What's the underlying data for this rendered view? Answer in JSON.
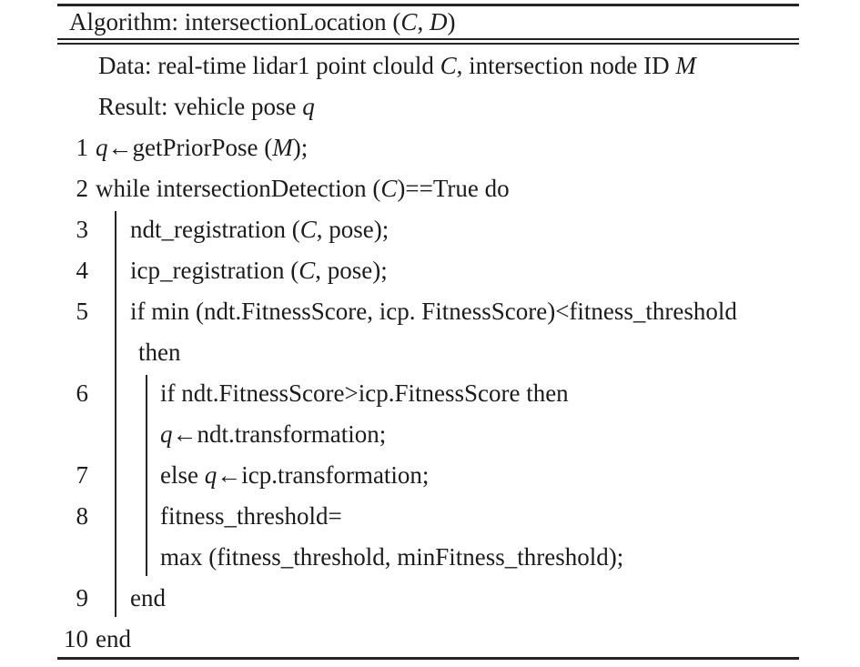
{
  "colors": {
    "background": "#ffffff",
    "text": "#1c1c1c",
    "rule": "#242424"
  },
  "algorithm": {
    "header": {
      "segments": [
        {
          "t": "Algorithm: intersectionLocation (",
          "i": false
        },
        {
          "t": "C",
          "i": true
        },
        {
          "t": ", ",
          "i": false
        },
        {
          "t": "D",
          "i": true
        },
        {
          "t": ")",
          "i": false
        }
      ]
    },
    "lines": [
      {
        "num": "",
        "indent": "meta",
        "segments": [
          {
            "t": "Data: real-time lidar1 point clould ",
            "i": false
          },
          {
            "t": "C",
            "i": true
          },
          {
            "t": ", intersection node ID ",
            "i": false
          },
          {
            "t": "M",
            "i": true
          }
        ]
      },
      {
        "num": "",
        "indent": "meta",
        "segments": [
          {
            "t": "Result: vehicle pose ",
            "i": false
          },
          {
            "t": "q",
            "i": true
          }
        ]
      },
      {
        "num": "1",
        "indent": "l0",
        "segments": [
          {
            "t": "q",
            "i": true
          },
          {
            "t": "←getPriorPose (",
            "i": false
          },
          {
            "t": "M",
            "i": true
          },
          {
            "t": ");",
            "i": false
          }
        ]
      },
      {
        "num": "2",
        "indent": "l0",
        "segments": [
          {
            "t": "while intersectionDetection (",
            "i": false
          },
          {
            "t": "C",
            "i": true
          },
          {
            "t": ")==True do",
            "i": false
          }
        ]
      },
      {
        "num": "3",
        "indent": "l1",
        "segments": [
          {
            "t": "ndt_registration (",
            "i": false
          },
          {
            "t": "C",
            "i": true
          },
          {
            "t": ", pose);",
            "i": false
          }
        ]
      },
      {
        "num": "4",
        "indent": "l1",
        "segments": [
          {
            "t": "icp_registration (",
            "i": false
          },
          {
            "t": "C",
            "i": true
          },
          {
            "t": ", pose);",
            "i": false
          }
        ]
      },
      {
        "num": "5",
        "indent": "l1",
        "segments": [
          {
            "t": "if min (ndt.FitnessScore, icp. FitnessScore)<fitness_threshold",
            "i": false
          }
        ]
      },
      {
        "num": "",
        "indent": "l1c",
        "segments": [
          {
            "t": "then",
            "i": false
          }
        ]
      },
      {
        "num": "6",
        "indent": "l2",
        "segments": [
          {
            "t": "if ndt.FitnessScore>icp.FitnessScore then",
            "i": false
          }
        ]
      },
      {
        "num": "",
        "indent": "l2",
        "segments": [
          {
            "t": "q",
            "i": true
          },
          {
            "t": "←ndt.transformation;",
            "i": false
          }
        ]
      },
      {
        "num": "7",
        "indent": "l2",
        "segments": [
          {
            "t": "else ",
            "i": false
          },
          {
            "t": "q",
            "i": true
          },
          {
            "t": "←icp.transformation;",
            "i": false
          }
        ]
      },
      {
        "num": "8",
        "indent": "l2",
        "segments": [
          {
            "t": "fitness_threshold=",
            "i": false
          }
        ]
      },
      {
        "num": "",
        "indent": "l2",
        "segments": [
          {
            "t": "max (fitness_threshold, minFitness_threshold);",
            "i": false
          }
        ]
      },
      {
        "num": "9",
        "indent": "l1",
        "segments": [
          {
            "t": "end",
            "i": false
          }
        ]
      },
      {
        "num": "10",
        "indent": "l0",
        "segments": [
          {
            "t": "end",
            "i": false
          }
        ]
      }
    ]
  }
}
